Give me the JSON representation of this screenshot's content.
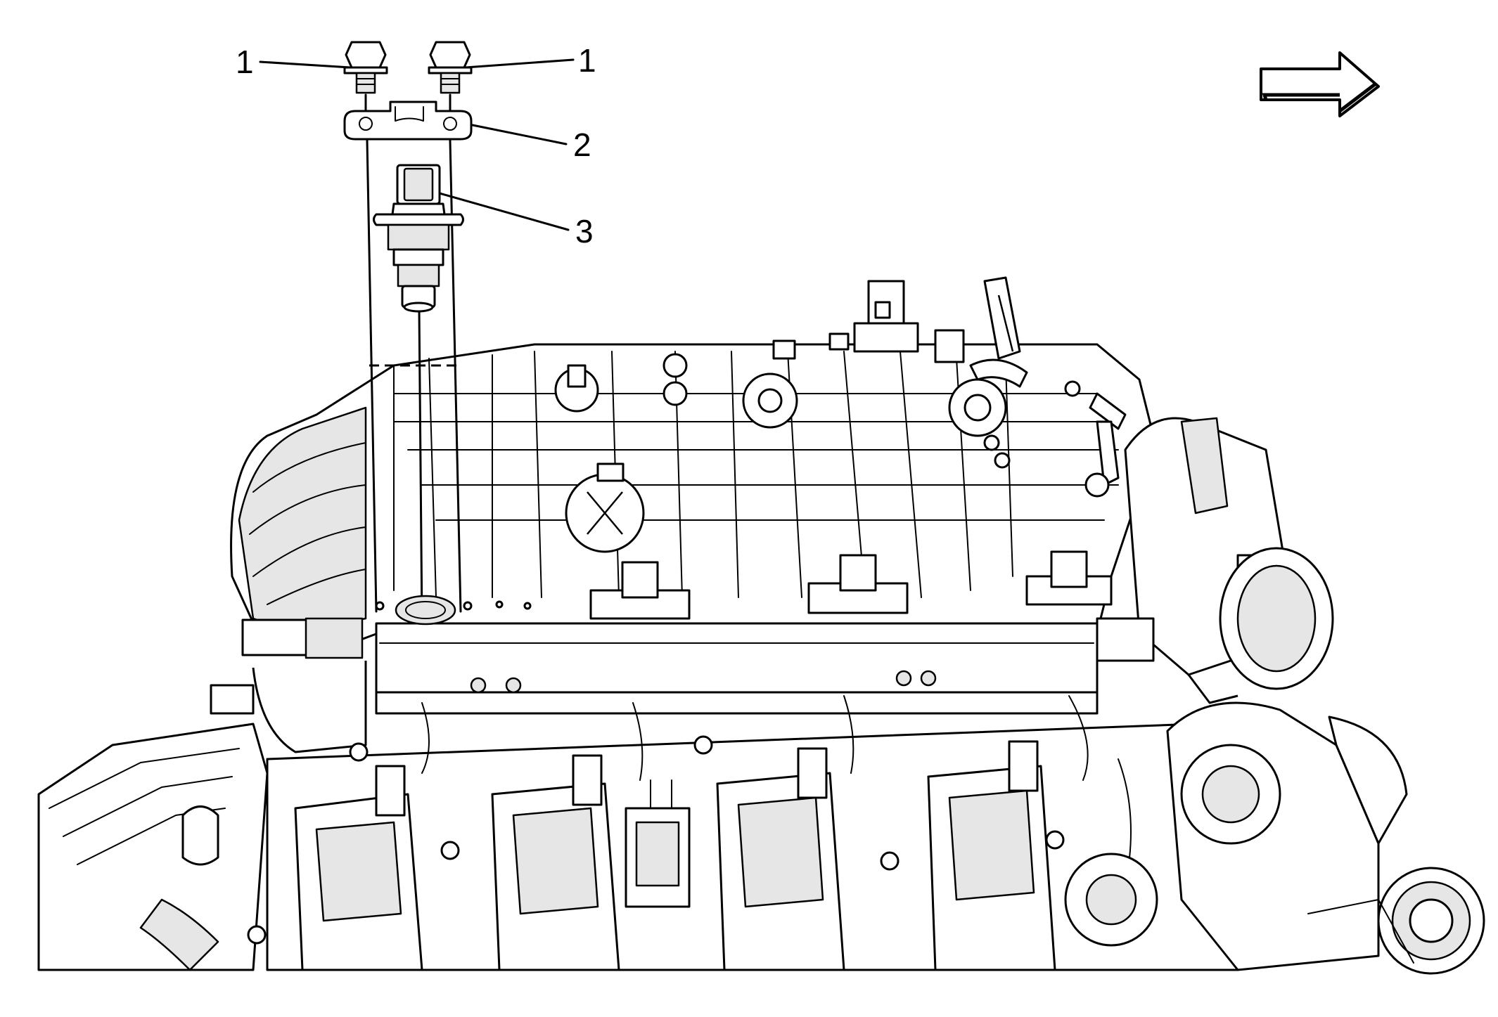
{
  "diagram": {
    "callouts": [
      {
        "id": "c1a",
        "label": "1"
      },
      {
        "id": "c1b",
        "label": "1"
      },
      {
        "id": "c2",
        "label": "2"
      },
      {
        "id": "c3",
        "label": "3"
      }
    ],
    "direction_arrow": {
      "icon": "right-arrow-icon"
    },
    "colors": {
      "line": "#000000",
      "background": "#ffffff"
    }
  }
}
